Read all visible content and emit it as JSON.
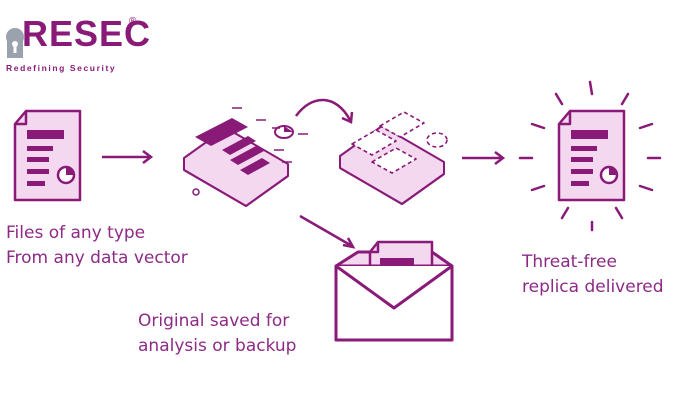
{
  "logo": {
    "wordmark": "RESEC",
    "registered": "®",
    "tagline": "Redefining Security"
  },
  "captions": {
    "files_line1": "Files of any type",
    "files_line2": "From any data vector",
    "original_line1": "Original saved for",
    "original_line2": "analysis or backup",
    "threat_line1": "Threat-free",
    "threat_line2": "replica delivered"
  },
  "colors": {
    "brand_purple": "#8a1a78",
    "text_purple": "#8e2a86",
    "light_fill": "#f3d8ef",
    "accent_fill": "#e7b6e0"
  },
  "icons": [
    "padlock-logo-icon",
    "document-icon",
    "disassembled-file-icon",
    "reconstructed-file-icon",
    "archive-tray-icon",
    "glowing-document-icon"
  ]
}
